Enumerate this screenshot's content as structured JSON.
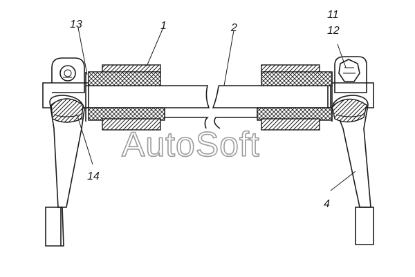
{
  "callouts": {
    "c1": "1",
    "c2": "2",
    "c4": "4",
    "c11": "11",
    "c12": "12",
    "c13": "13",
    "c14": "14"
  },
  "watermark": "AutoSoft",
  "colors": {
    "line": "#1a1a1a",
    "section_fill": "#e8e8e8",
    "watermark": "#9a9a9a",
    "background": "#ffffff"
  }
}
